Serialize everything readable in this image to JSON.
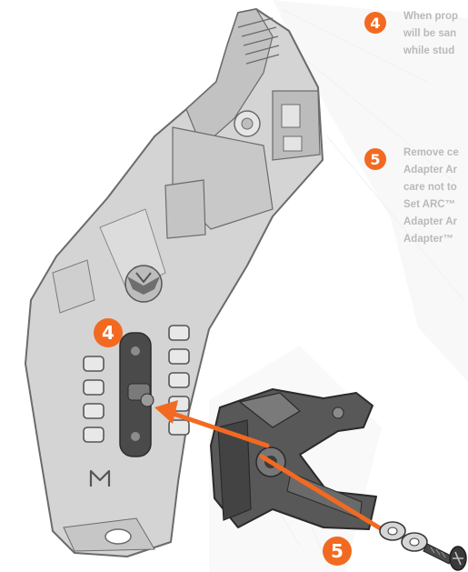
{
  "instructions": {
    "step4": {
      "number": "4",
      "lines": [
        "When prop",
        "will be san",
        "while stud"
      ]
    },
    "step5": {
      "number": "5",
      "lines": [
        "Remove ce",
        "Adapter Ar",
        "care not to",
        "Set ARC™",
        "Adapter Ar",
        "Adapter™"
      ]
    }
  },
  "callouts": {
    "holster_step": "4",
    "bolt_step": "5"
  },
  "icons": {
    "holster": "holster-icon",
    "logo": "eagle-logo-icon",
    "brand_mark": "m-logo-icon",
    "adapter": "adapter-bracket-icon",
    "arrow": "orange-arrow-icon",
    "washers": "washer-icon",
    "screw": "screw-icon"
  },
  "colors": {
    "accent": "#f26a21",
    "instruction_text": "#b9b9b9",
    "holster_body": "#d4d4d4",
    "adapter_body": "#505050"
  }
}
